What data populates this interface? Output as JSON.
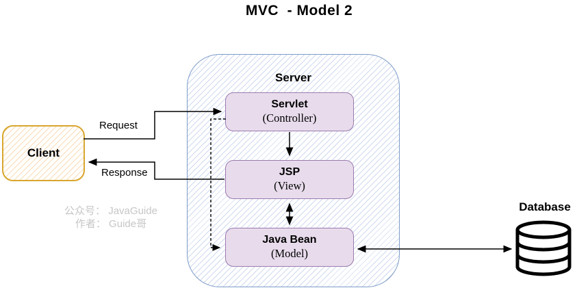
{
  "title": "MVC  - Model 2",
  "client": {
    "label": "Client"
  },
  "server": {
    "label": "Server",
    "components": [
      {
        "name": "Servlet",
        "role": "(Controller)"
      },
      {
        "name": "JSP",
        "role": "(View)"
      },
      {
        "name": "Java Bean",
        "role": "(Model)"
      }
    ]
  },
  "database": {
    "label": "Database"
  },
  "edges": {
    "request_label": "Request",
    "response_label": "Response"
  },
  "watermark": {
    "line1": "公众号： JavaGuide",
    "line2": "作者： Guide哥"
  },
  "colors": {
    "client_border": "#D9A62E",
    "client_hatch": "#F0B25C",
    "server_border": "#7D9BC8",
    "server_hatch": "#7F9CD4",
    "component_fill": "#E8DCEC",
    "component_border": "#9B79AE",
    "arrow_line": "#000000",
    "watermark_text": "#C6C6C6"
  }
}
